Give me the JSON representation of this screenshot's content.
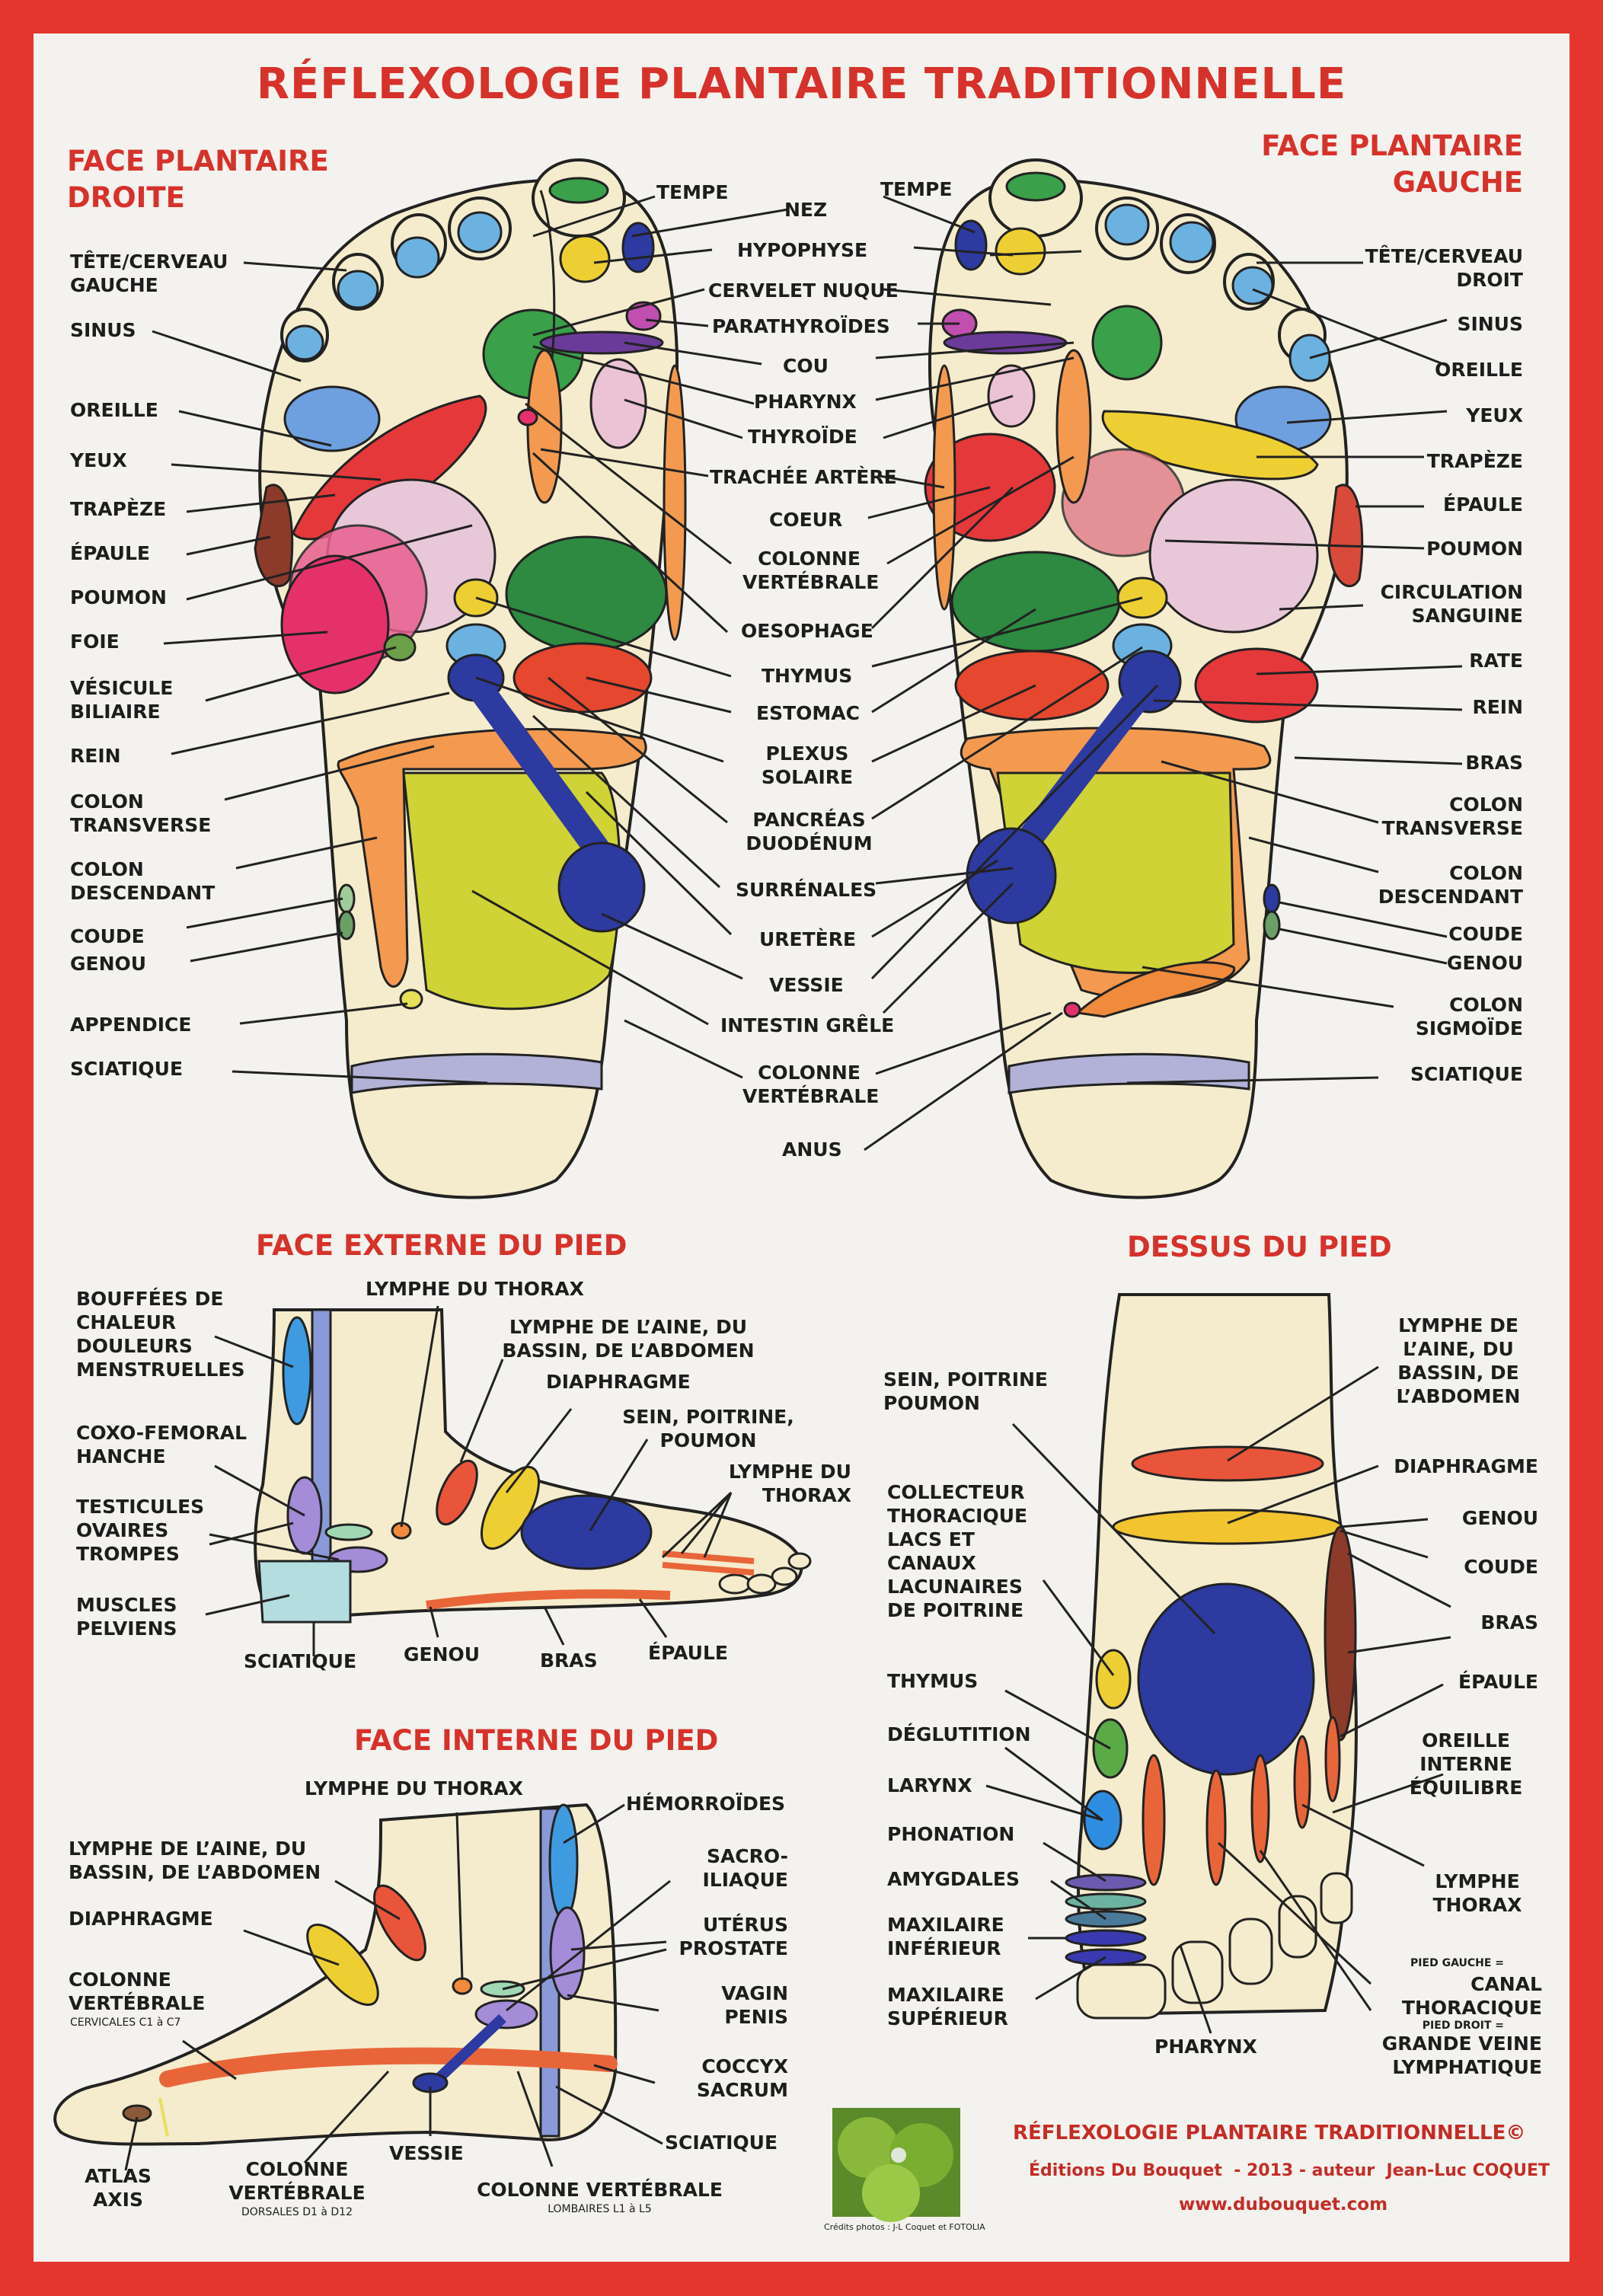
{
  "title": "RÉFLEXOLOGIE PLANTAIRE TRADITIONNELLE",
  "sections": {
    "right_sole": "FACE PLANTAIRE\nDROITE",
    "left_sole": "FACE PLANTAIRE\nGAUCHE",
    "outer": "FACE EXTERNE DU PIED",
    "top": "DESSUS DU PIED",
    "inner": "FACE INTERNE DU PIED"
  },
  "right_labels": {
    "tete": "TÊTE/CERVEAU\nGAUCHE",
    "sinus": "SINUS",
    "oreille": "OREILLE",
    "yeux": "YEUX",
    "trapeze": "TRAPÈZE",
    "epaule": "ÉPAULE",
    "poumon": "POUMON",
    "foie": "FOIE",
    "vesicule": "VÉSICULE\nBILIAIRE",
    "rein": "REIN",
    "colon_t": "COLON\nTRANSVERSE",
    "colon_d": "COLON\nDESCENDANT",
    "coude": "COUDE",
    "genou": "GENOU",
    "appendice": "APPENDICE",
    "sciatique": "SCIATIQUE"
  },
  "center_labels": {
    "tempe_r": "TEMPE",
    "nez": "NEZ",
    "tempe_l": "TEMPE",
    "hypophyse": "HYPOPHYSE",
    "cervelet": "CERVELET NUQUE",
    "parathyroides": "PARATHYROÏDES",
    "cou": "COU",
    "pharynx": "PHARYNX",
    "thyroide": "THYROÏDE",
    "trachee": "TRACHÉE ARTÈRE",
    "coeur": "COEUR",
    "colonne": "COLONNE\nVERTÉBRALE",
    "oesophage": "OESOPHAGE",
    "thymus": "THYMUS",
    "estomac": "ESTOMAC",
    "plexus": "PLEXUS\nSOLAIRE",
    "pancreas": "PANCRÉAS\nDUODÉNUM",
    "surrenales": "SURRÉNALES",
    "uretere": "URETÈRE",
    "vessie": "VESSIE",
    "intestin": "INTESTIN GRÊLE",
    "colonne2": "COLONNE\nVERTÉBRALE",
    "anus": "ANUS"
  },
  "left_labels": {
    "tete": "TÊTE/CERVEAU\nDROIT",
    "sinus": "SINUS",
    "oreille": "OREILLE",
    "yeux": "YEUX",
    "trapeze": "TRAPÈZE",
    "epaule": "ÉPAULE",
    "poumon": "POUMON",
    "circulation": "CIRCULATION\nSANGUINE",
    "rate": "RATE",
    "rein": "REIN",
    "bras": "BRAS",
    "colon_t": "COLON\nTRANSVERSE",
    "colon_d": "COLON\nDESCENDANT",
    "coude": "COUDE",
    "genou": "GENOU",
    "colon_s": "COLON\nSIGMOÏDE",
    "sciatique": "SCIATIQUE"
  },
  "outer_labels": {
    "bouffees": "BOUFFÉES DE\nCHALEUR\nDOULEURS\nMENSTRUELLES",
    "lymphe_thorax": "LYMPHE DU THORAX",
    "lymphe_aine": "LYMPHE DE L’AINE, DU\nBASSIN, DE L’ABDOMEN",
    "diaphragme": "DIAPHRAGME",
    "sein": "SEIN, POITRINE,\nPOUMON",
    "lymphe_thorax2": "LYMPHE DU\nTHORAX",
    "coxo": "COXO-FEMORAL\nHANCHE",
    "testicules": "TESTICULES\nOVAIRES\nTROMPES",
    "muscles": "MUSCLES\nPELVIENS",
    "sciatique": "SCIATIQUE",
    "genou": "GENOU",
    "bras": "BRAS",
    "epaule": "ÉPAULE"
  },
  "inner_labels": {
    "lymphe_thorax": "LYMPHE DU THORAX",
    "hemorroides": "HÉMORROÏDES",
    "lymphe_aine": "LYMPHE DE L’AINE, DU\nBASSIN, DE L’ABDOMEN",
    "sacro": "SACRO-\nILIAQUE",
    "diaphragme": "DIAPHRAGME",
    "uterus": "UTÉRUS\nPROSTATE",
    "colonne_c": "COLONNE\nVERTÉBRALE",
    "cervicales": "CERVICALES C1 à C7",
    "vagin": "VAGIN\nPENIS",
    "coccyx": "COCCYX\nSACRUM",
    "sciatique": "SCIATIQUE",
    "atlas": "ATLAS\nAXIS",
    "colonne_d": "COLONNE\nVERTÉBRALE",
    "dorsales": "DORSALES D1 à D12",
    "vessie": "VESSIE",
    "colonne_l": "COLONNE VERTÉBRALE",
    "lombaires": "LOMBAIRES L1 à L5"
  },
  "top_labels": {
    "sein": "SEIN, POITRINE\nPOUMON",
    "lymphe_aine": "LYMPHE DE\nL’AINE, DU\nBASSIN, DE\nL’ABDOMEN",
    "collecteur": "COLLECTEUR\nTHORACIQUE\nLACS ET\nCANAUX\nLACUNAIRES\nDE POITRINE",
    "diaphragme": "DIAPHRAGME",
    "genou": "GENOU",
    "coude": "COUDE",
    "bras": "BRAS",
    "thymus": "THYMUS",
    "epaule": "ÉPAULE",
    "deglutition": "DÉGLUTITION",
    "oreille": "OREILLE\nINTERNE\nÉQUILIBRE",
    "larynx": "LARYNX",
    "phonation": "PHONATION",
    "lymphe_thorax": "LYMPHE\nTHORAX",
    "amygdales": "AMYGDALES",
    "maxi_inf": "MAXILAIRE\nINFÉRIEUR",
    "maxi_sup": "MAXILAIRE\nSUPÉRIEUR",
    "pharynx": "PHARYNX",
    "pied_gauche": "PIED GAUCHE =",
    "canal": "CANAL\nTHORACIQUE",
    "pied_droit": "PIED DROIT =",
    "grande_veine": "GRANDE VEINE\nLYMPHATIQUE"
  },
  "footer": {
    "title": "RÉFLEXOLOGIE PLANTAIRE TRADITIONNELLE©",
    "edition": "Éditions Du Bouquet  - 2013 - auteur  Jean-Luc COQUET",
    "url": "www.dubouquet.com",
    "photo_credit": "Crédits photos : J-L Coquet et FOTOLIA"
  },
  "colors": {
    "frame": "#e4362f",
    "title_red": "#d6322b",
    "paper": "#f3f2ee",
    "skin": "#f4eccc",
    "lung_pink": "#e8c8d8",
    "liver_magenta": "#e5316b",
    "green": "#3aa04a",
    "blue": "#2d3aa0",
    "orange": "#f08a3c",
    "yellow_green": "#cfd335",
    "light_blue": "#6cb2e0"
  }
}
